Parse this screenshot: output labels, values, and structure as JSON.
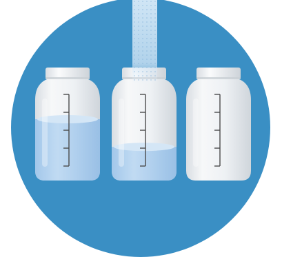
{
  "colors": {
    "background": "#ffffff",
    "circle": "#3a8fc4",
    "jar_body": "#eef1f4",
    "jar_lid": "#f0f2f4",
    "water": "#a9cdee",
    "water_surface": "#cfe3f5",
    "measure_marks": "#4a4a4a",
    "stream": "#cfe4f5"
  },
  "jars": [
    {
      "id": "left",
      "fill_level": 0.72,
      "tick_count": 5
    },
    {
      "id": "middle",
      "fill_level": 0.38,
      "tick_count": 5
    },
    {
      "id": "right",
      "fill_level": 0,
      "tick_count": 5
    }
  ],
  "stream": {
    "pours_into": "middle"
  }
}
